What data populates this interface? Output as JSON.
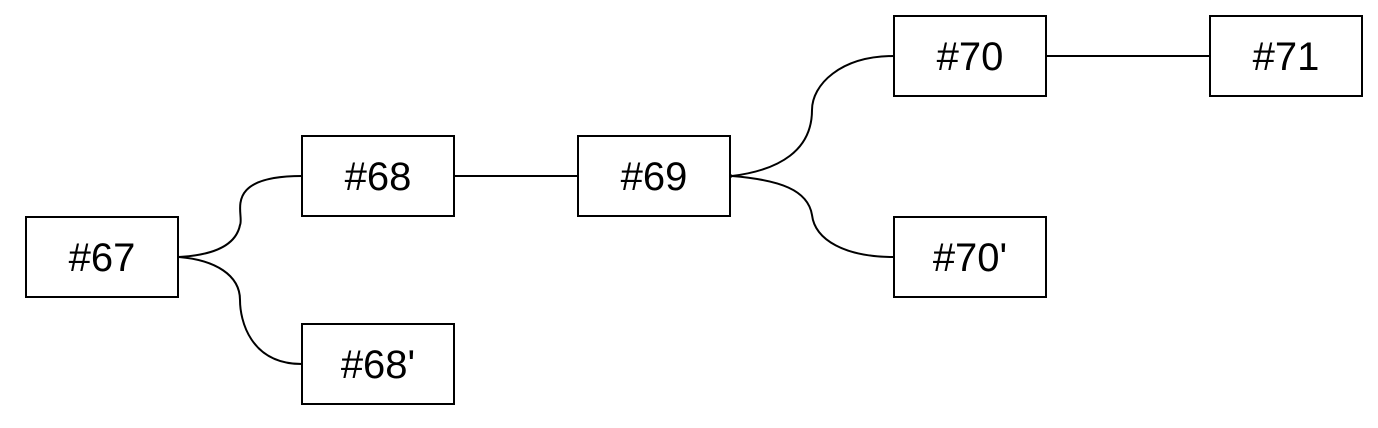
{
  "nodes": {
    "n67": "#67",
    "n68": "#68",
    "n68p": "#68'",
    "n69": "#69",
    "n70": "#70",
    "n70p": "#70'",
    "n71": "#71"
  },
  "edges": [
    {
      "from": "#68",
      "to": "#67"
    },
    {
      "from": "#68'",
      "to": "#67"
    },
    {
      "from": "#69",
      "to": "#68"
    },
    {
      "from": "#70",
      "to": "#69"
    },
    {
      "from": "#70'",
      "to": "#69"
    },
    {
      "from": "#71",
      "to": "#70"
    }
  ],
  "colors": {
    "line": "#000000",
    "background": "#ffffff"
  }
}
